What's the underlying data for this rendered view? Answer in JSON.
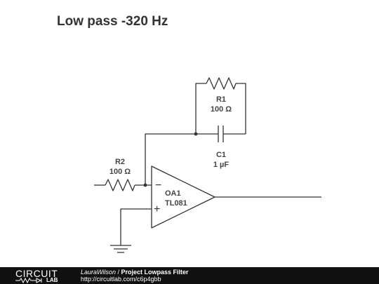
{
  "title": "Low pass -320 Hz",
  "components": {
    "r1": {
      "name": "R1",
      "value": "100 Ω"
    },
    "r2": {
      "name": "R2",
      "value": "100 Ω"
    },
    "c1": {
      "name": "C1",
      "value": "1 µF"
    },
    "oa1": {
      "name": "OA1",
      "model": "TL081"
    }
  },
  "opamp_pins": {
    "inverting": "−",
    "non_inverting": "+"
  },
  "footer": {
    "logo_top": "CIRCUIT",
    "logo_bottom": "LAB",
    "author": "LauraWilson",
    "separator": " / ",
    "project": "Project Lowpass Filter",
    "url": "http://circuitlab.com/c6p4gbb"
  },
  "colors": {
    "wire": "#333333",
    "label": "#444444",
    "footer_bg": "#111111"
  }
}
